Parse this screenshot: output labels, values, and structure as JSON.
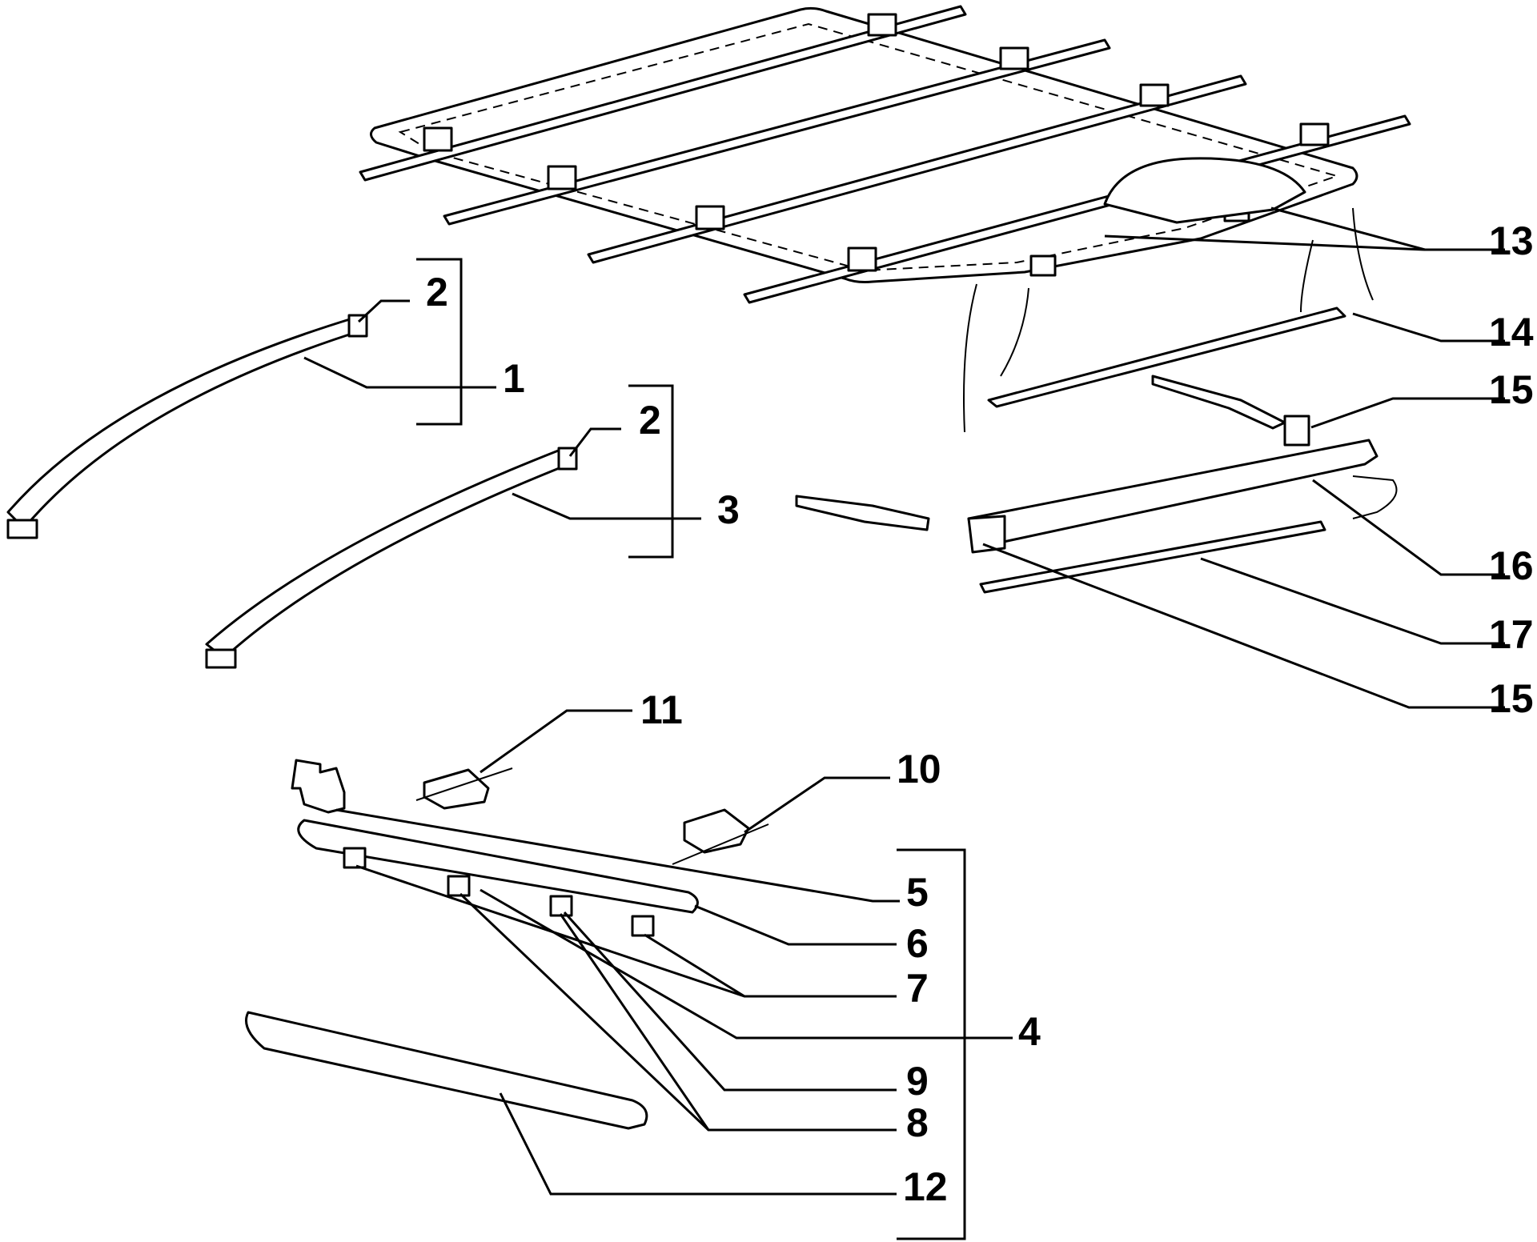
{
  "colors": {
    "ink": "#000000",
    "background": "#ffffff"
  },
  "callouts": [
    {
      "id": "c1",
      "text": "1"
    },
    {
      "id": "c2a",
      "text": "2"
    },
    {
      "id": "c2b",
      "text": "2"
    },
    {
      "id": "c3",
      "text": "3"
    },
    {
      "id": "c4",
      "text": "4"
    },
    {
      "id": "c5",
      "text": "5"
    },
    {
      "id": "c6",
      "text": "6"
    },
    {
      "id": "c7",
      "text": "7"
    },
    {
      "id": "c8",
      "text": "8"
    },
    {
      "id": "c9",
      "text": "9"
    },
    {
      "id": "c10",
      "text": "10"
    },
    {
      "id": "c11",
      "text": "11"
    },
    {
      "id": "c12",
      "text": "12"
    },
    {
      "id": "c13",
      "text": "13"
    },
    {
      "id": "c14",
      "text": "14"
    },
    {
      "id": "c15a",
      "text": "15"
    },
    {
      "id": "c15b",
      "text": "15"
    },
    {
      "id": "c16",
      "text": "16"
    },
    {
      "id": "c17",
      "text": "17"
    }
  ]
}
